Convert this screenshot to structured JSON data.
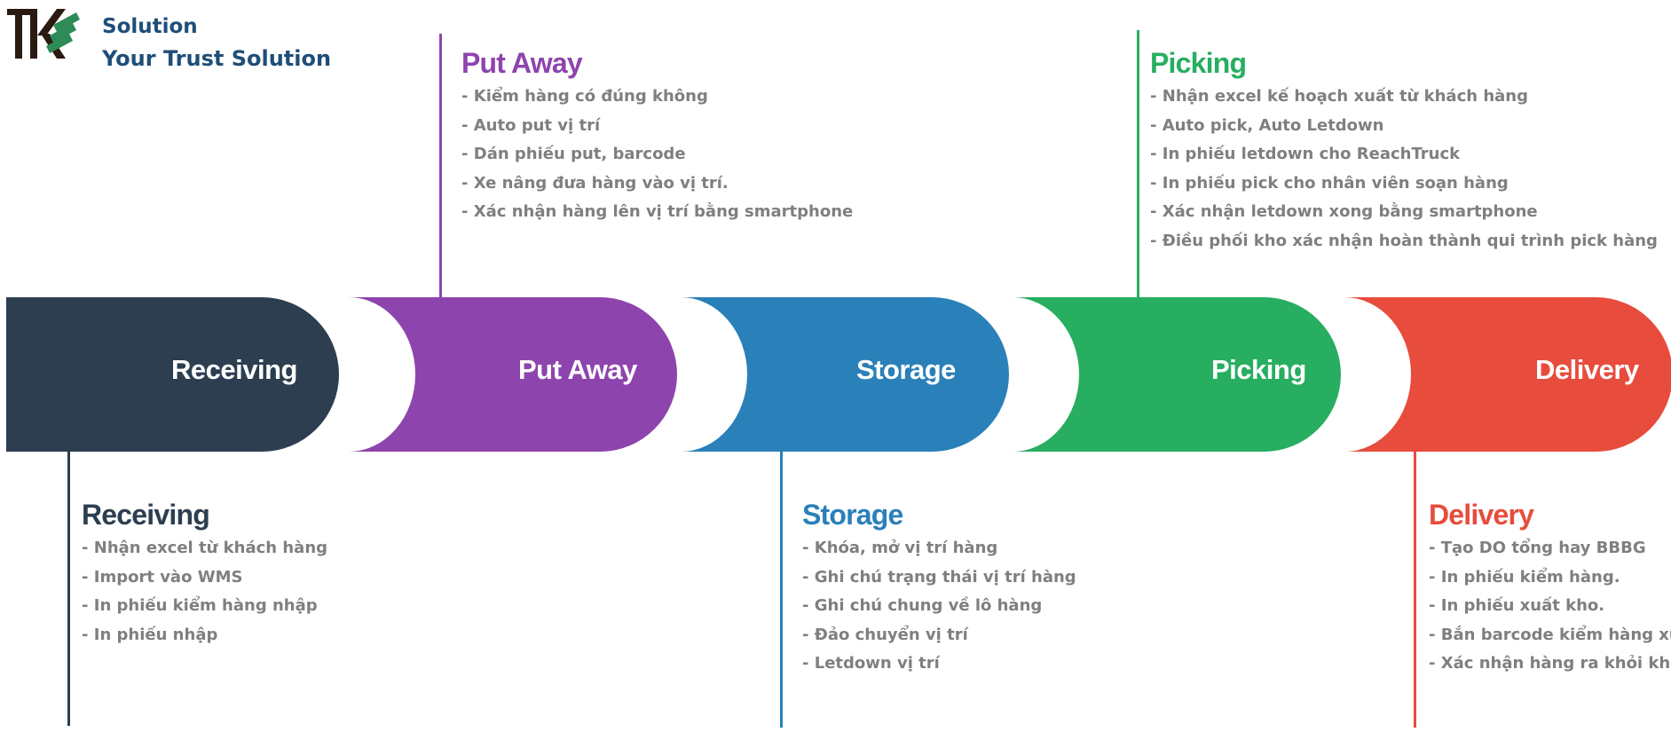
{
  "brand": {
    "line1": "Solution",
    "line2": "Your Trust Solution"
  },
  "colors": {
    "receiving": "#2c3e50",
    "put_away": "#8e44ad",
    "storage": "#2a80b9",
    "picking": "#27ae60",
    "delivery": "#e74c3c",
    "brand_text": "#1f4e79",
    "item_text": "#7f7f7f"
  },
  "stages": [
    {
      "label": "Receiving",
      "title": "Receiving",
      "items": [
        "Nhận excel từ khách hàng",
        "Import vào WMS",
        "In phiếu kiểm hàng nhập",
        "In phiếu nhập"
      ]
    },
    {
      "label": "Put Away",
      "title": "Put Away",
      "items": [
        "Kiểm hàng có đúng không",
        "Auto put vị trí",
        "Dán phiếu put, barcode",
        "Xe nâng đưa hàng vào vị trí.",
        "Xác nhận hàng lên vị trí bằng smartphone"
      ]
    },
    {
      "label": "Storage",
      "title": "Storage",
      "items": [
        "Khóa, mở vị trí hàng",
        "Ghi chú trạng thái vị trí hàng",
        "Ghi chú chung về lô hàng",
        "Đảo chuyển vị trí",
        "Letdown vị trí"
      ]
    },
    {
      "label": "Picking",
      "title": "Picking",
      "items": [
        "Nhận excel kế hoạch xuất từ khách hàng",
        "Auto pick, Auto Letdown",
        "In phiếu letdown cho ReachTruck",
        "In phiếu pick cho nhân viên soạn hàng",
        "Xác nhận letdown xong bằng smartphone",
        "Điều phối kho xác nhận hoàn thành qui trình pick hàng"
      ]
    },
    {
      "label": "Delivery",
      "title": "Delivery",
      "items": [
        "Tạo DO tổng hay BBBG",
        "In phiếu kiểm hàng.",
        "In phiếu xuất kho.",
        "Bắn barcode kiểm hàng xuất",
        "Xác nhận hàng ra khỏi kho"
      ]
    }
  ]
}
